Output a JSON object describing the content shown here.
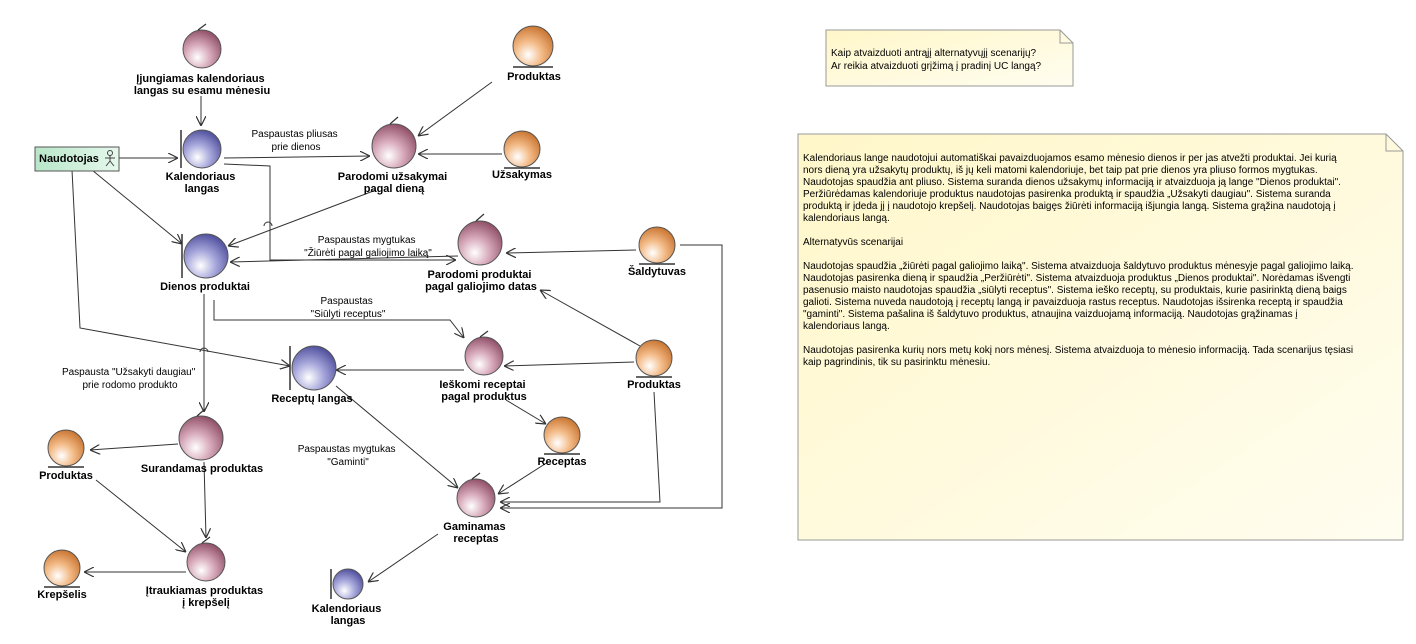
{
  "nodes": {
    "actor": {
      "label": "Naudotojas"
    },
    "ijungiamas": {
      "lines": [
        "Įjungiamas kalendoriaus",
        "langas su esamu mėnesiu"
      ]
    },
    "kalendoriaus_langas": {
      "lines": [
        "Kalendoriaus",
        "langas"
      ]
    },
    "dienos_produktai": {
      "lines": [
        "Dienos produktai"
      ]
    },
    "parodomi_uzsakymai": {
      "lines": [
        "Parodomi užsakymai",
        "pagal dieną"
      ]
    },
    "produktas_top": {
      "lines": [
        "Produktas"
      ]
    },
    "uzsakymas": {
      "lines": [
        "Užsakymas"
      ]
    },
    "parodomi_produktai": {
      "lines": [
        "Parodomi produktai",
        "pagal galiojimo datas"
      ]
    },
    "saldytuvas": {
      "lines": [
        "Šaldytuvas"
      ]
    },
    "receptu_langas": {
      "lines": [
        "Receptų langas"
      ]
    },
    "ieskomi_receptai": {
      "lines": [
        "Ieškomi receptai",
        "pagal produktus"
      ]
    },
    "produktas_mid": {
      "lines": [
        "Produktas"
      ]
    },
    "receptas": {
      "lines": [
        "Receptas"
      ]
    },
    "gaminamas": {
      "lines": [
        "Gaminamas",
        "receptas"
      ]
    },
    "kalendoriaus_langas2": {
      "lines": [
        "Kalendoriaus",
        "langas"
      ]
    },
    "produktas_left": {
      "lines": [
        "Produktas"
      ]
    },
    "surandamas": {
      "lines": [
        "Surandamas produktas"
      ]
    },
    "krepselis": {
      "lines": [
        "Krepšelis"
      ]
    },
    "itraukiamas": {
      "lines": [
        "Įtraukiamas produktas",
        "į krepšelį"
      ]
    }
  },
  "edge_labels": {
    "pliusas": [
      "Paspaustas pliusas",
      "prie dienos"
    ],
    "galiojimo": [
      "Paspaustas mygtukas",
      "\"Žiūrėti pagal galiojimo laiką\""
    ],
    "siulyti": [
      "Paspaustas",
      "\"Siūlyti receptus\""
    ],
    "uzsakyti": [
      "Paspausta \"Užsakyti daugiau\"",
      "prie rodomo produkto"
    ],
    "gaminti": [
      "Paspaustas mygtukas",
      "\"Gaminti\""
    ]
  },
  "notes": {
    "question": [
      "Kaip atvaizduoti antrąjį alternatyvųjį scenarijų?",
      "Ar reikia atvaizduoti grįžimą į pradinį UC langą?"
    ],
    "description": [
      "Kalendoriaus lange naudotojui automatiškai pavaizduojamos esamo mėnesio dienos ir per jas atvežti produktai. Jei kurią",
      "nors dieną yra užsakytų produktų, iš jų keli matomi kalendoriuje, bet taip pat prie dienos yra pliuso formos mygtukas.",
      "Naudotojas spaudžia ant pliuso. Sistema suranda dienos užsakymų informaciją ir atvaizduoja ją lange \"Dienos produktai\".",
      "Peržiūrėdamas kalendoriuje produktus naudotojas pasirenka produktą ir spaudžia „Užsakyti daugiau\". Sistema suranda",
      "produktą ir įdeda jį į naudotojo krepšelį. Naudotojas baigęs žiūrėti informaciją išjungia langą. Sistema grąžina naudotoją į",
      "kalendoriaus langą.",
      "",
      "Alternatyvūs scenarijai",
      "",
      "Naudotojas spaudžia „žiūrėti pagal galiojimo laiką\".  Sistema atvaizduoja šaldytuvo produktus mėnesyje pagal galiojimo laiką.",
      "Naudotojas pasirenka dieną ir spaudžia „Peržiūrėti\". Sistema atvaizduoja produktus „Dienos produktai\". Norėdamas išvengti",
      "pasenusio maisto naudotojas spaudžia „siūlyti receptus\".  Sistema ieško receptų, su produktais, kurie pasirinktą dieną baigs",
      "galioti. Sistema nuveda naudotoją į receptų langą ir pavaizduoja rastus receptus. Naudotojas išsirenka receptą ir spaudžia",
      "\"gaminti\". Sistema pašalina iš šaldytuvo produktus, atnaujina vaizduojamą informaciją. Naudotojas grąžinamas į",
      "kalendoriaus langą.",
      "",
      "Naudotojas pasirenka kurių nors metų kokį nors mėnesį. Sistema atvaizduoja to mėnesio informaciją. Tada scenarijus tęsiasi",
      "kaip pagrindinis, tik su pasirinktu mėnesiu."
    ]
  },
  "colors": {
    "control": "#9c5a72",
    "boundary": "#5e5ea8",
    "entity": "#d8823c",
    "actor_fill": "#c6ecd2",
    "note_fill": "#fff6cc"
  }
}
